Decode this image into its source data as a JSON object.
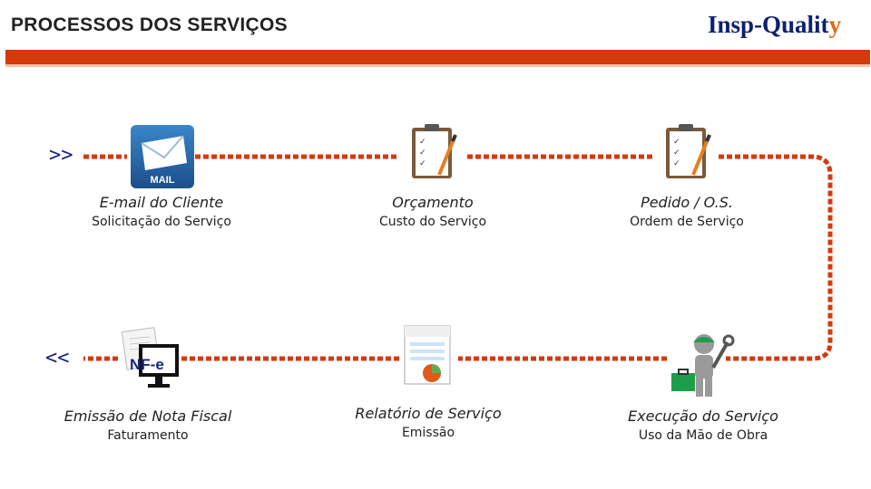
{
  "header": {
    "title": "PROCESSOS DOS SERVIÇOS",
    "logo_main": "Insp-Qualit",
    "logo_accent": "y"
  },
  "flow": {
    "start_arrow": ">>",
    "end_arrow": "<<",
    "line_color": "#d43a0c"
  },
  "steps": [
    {
      "name": "E-mail do Cliente",
      "sub": "Solicitação do Serviço",
      "icon": "mail-icon",
      "icon_text": "MAIL"
    },
    {
      "name": "Orçamento",
      "sub": "Custo do Serviço",
      "icon": "clipboard-checklist-icon"
    },
    {
      "name": "Pedido / O.S.",
      "sub": "Ordem de Serviço",
      "icon": "clipboard-checklist-icon"
    },
    {
      "name": "Emissão de Nota Fiscal",
      "sub": "Faturamento",
      "icon": "nfe-computer-icon",
      "icon_text": "NF-e"
    },
    {
      "name": "Relatório de Serviço",
      "sub": "Emissão",
      "icon": "report-chart-icon"
    },
    {
      "name": "Execução do Serviço",
      "sub": "Uso da Mão de Obra",
      "icon": "worker-toolbox-icon"
    }
  ],
  "colors": {
    "accent": "#d43a0c",
    "arrow": "#1a237e",
    "logo": "#0d1f6e",
    "logo_accent": "#e06a10"
  }
}
